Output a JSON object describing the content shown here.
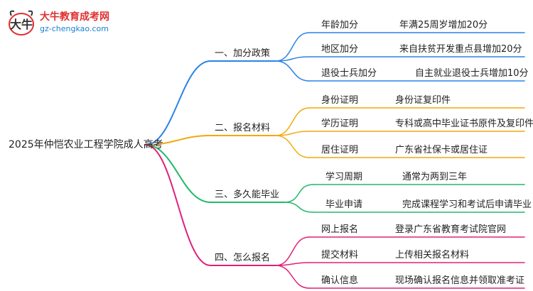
{
  "logo": {
    "name": "大牛教育成考网",
    "url": "gz-chengkao.com"
  },
  "root": "2025年仲恺农业工程学院成人高考",
  "branches": [
    {
      "label": "一、加分政策",
      "color": "#2b82e8",
      "items": [
        {
          "name": "年龄加分",
          "value": "年满25周岁增加20分"
        },
        {
          "name": "地区加分",
          "value": "来自扶贫开发重点县增加20分"
        },
        {
          "name": "退役士兵加分",
          "value": "自主就业退役士兵增加10分"
        }
      ]
    },
    {
      "label": "二、报名材料",
      "color": "#f2a90c",
      "items": [
        {
          "name": "身份证明",
          "value": "身份证复印件"
        },
        {
          "name": "学历证明",
          "value": "专科或高中毕业证书原件及复印件"
        },
        {
          "name": "居住证明",
          "value": "广东省社保卡或居住证"
        }
      ]
    },
    {
      "label": "三、多久能毕业",
      "color": "#22b86a",
      "items": [
        {
          "name": "学习周期",
          "value": "通常为两到三年"
        },
        {
          "name": "毕业申请",
          "value": "完成课程学习和考试后申请毕业"
        }
      ]
    },
    {
      "label": "四、怎么报名",
      "color": "#e0207a",
      "items": [
        {
          "name": "网上报名",
          "value": "登录广东省教育考试院官网"
        },
        {
          "name": "提交材料",
          "value": "上传相关报名材料"
        },
        {
          "name": "确认信息",
          "value": "现场确认报名信息并领取准考证"
        }
      ]
    }
  ]
}
